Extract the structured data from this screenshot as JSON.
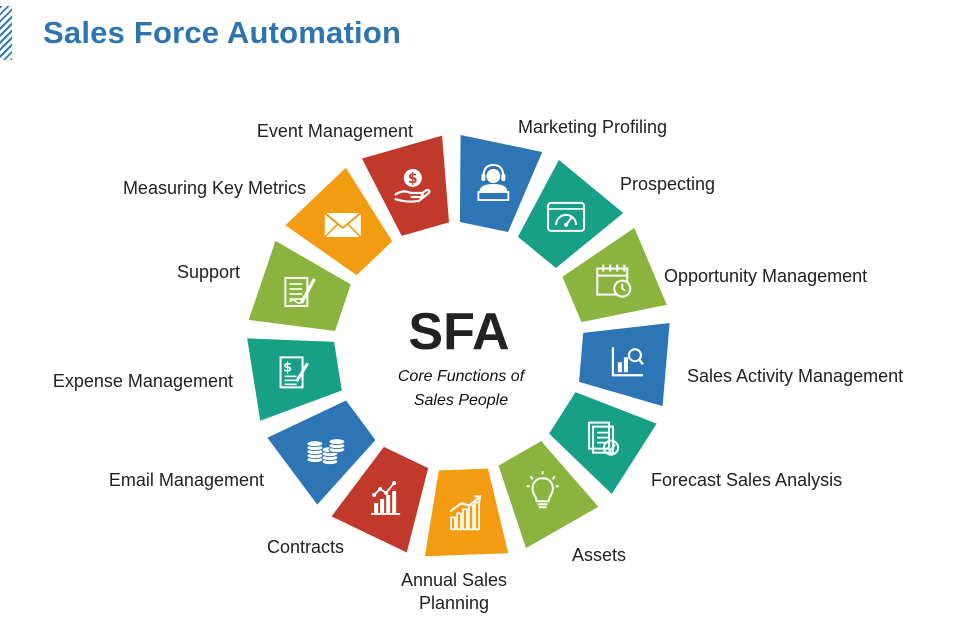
{
  "title": "Sales Force Automation",
  "center": {
    "heading": "SFA",
    "subtitle_line1": "Core Functions of",
    "subtitle_line2": "Sales People"
  },
  "segments": [
    {
      "label": "Marketing Profiling",
      "color": "#2e75b6",
      "icon": "bar-chart-magnifier-icon"
    },
    {
      "label": "Prospecting",
      "color": "#17a086",
      "icon": "checklist-document-icon"
    },
    {
      "label": "Opportunity Management",
      "color": "#8ab43e",
      "icon": "lightbulb-icon"
    },
    {
      "label": "Sales Activity Management",
      "color": "#f39c12",
      "icon": "growth-chart-icon"
    },
    {
      "label": "Forecast Sales Analysis",
      "color": "#c0392b",
      "icon": "forecast-chart-icon"
    },
    {
      "label": "Assets",
      "color": "#2e75b6",
      "icon": "coin-stacks-icon"
    },
    {
      "label": "Annual Sales Planning",
      "label_lines": [
        "Annual Sales",
        "Planning"
      ],
      "color": "#17a086",
      "icon": "dollar-document-icon"
    },
    {
      "label": "Contracts",
      "color": "#8ab43e",
      "icon": "contract-pen-icon"
    },
    {
      "label": "Email Management",
      "color": "#f39c12",
      "icon": "envelope-icon"
    },
    {
      "label": "Expense Management",
      "color": "#c0392b",
      "icon": "hand-dollar-icon"
    },
    {
      "label": "Support",
      "color": "#2e75b6",
      "icon": "headset-agent-icon"
    },
    {
      "label": "Measuring Key Metrics",
      "color": "#17a086",
      "icon": "dashboard-gauge-icon"
    },
    {
      "label": "Event Management",
      "color": "#8ab43e",
      "icon": "calendar-clock-icon"
    }
  ]
}
